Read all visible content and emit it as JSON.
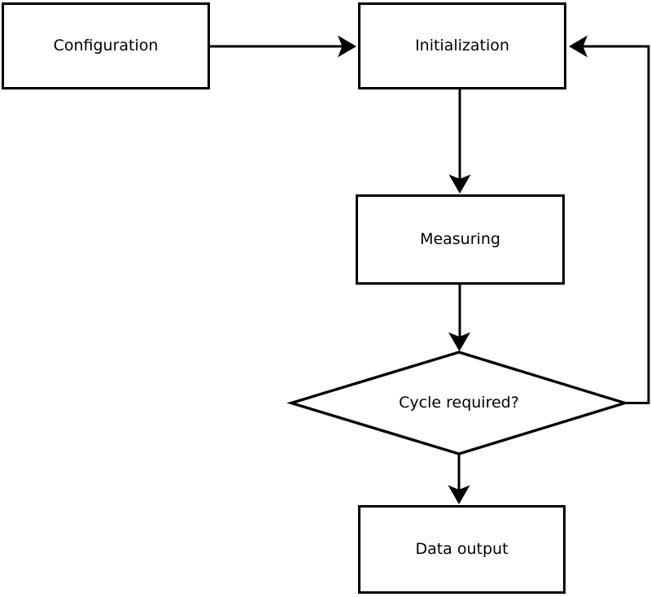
{
  "diagram": {
    "type": "flowchart",
    "background_color": "#ffffff",
    "stroke_color": "#000000",
    "node_fill_color": "#ffffff",
    "text_color": "#000000",
    "nodes": {
      "configuration": {
        "label": "Configuration",
        "shape": "rectangle"
      },
      "initialization": {
        "label": "Initialization",
        "shape": "rectangle"
      },
      "measuring": {
        "label": "Measuring",
        "shape": "rectangle"
      },
      "decision": {
        "label": "Cycle required?",
        "shape": "diamond"
      },
      "data_output": {
        "label": "Data output",
        "shape": "rectangle"
      }
    },
    "edges": [
      {
        "from": "configuration",
        "to": "initialization",
        "direction": "right"
      },
      {
        "from": "initialization",
        "to": "measuring",
        "direction": "down"
      },
      {
        "from": "measuring",
        "to": "decision",
        "direction": "down"
      },
      {
        "from": "decision",
        "to": "data_output",
        "direction": "down"
      },
      {
        "from": "decision",
        "to": "initialization",
        "direction": "right-up-left",
        "kind": "feedback-loop"
      }
    ]
  }
}
